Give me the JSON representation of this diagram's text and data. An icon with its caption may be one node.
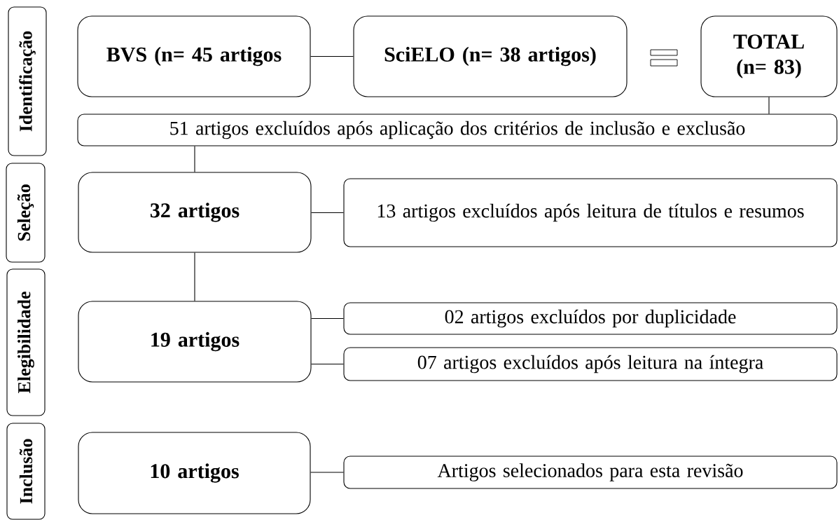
{
  "diagram": {
    "nodes": [
      {
        "text": [
          "Identificação"
        ]
      },
      {
        "text": [
          "Seleção"
        ]
      },
      {
        "text": [
          "Elegibilidade"
        ]
      },
      {
        "text": [
          "Inclusão"
        ]
      },
      {
        "text": [
          "BVS (n= 45 artigos"
        ]
      },
      {
        "text": [
          "SciELO (n= 38 artigos)"
        ]
      },
      {
        "text": [
          "TOTAL (n= 83)"
        ]
      },
      {
        "text": [
          "51 artigos excluídos após aplicação dos critérios de inclusão e exclusão"
        ]
      },
      {
        "text": [
          "32 artigos"
        ]
      },
      {
        "text": [
          "13 artigos excluídos após leitura de títulos e resumos"
        ]
      },
      {
        "text": [
          "19 artigos"
        ]
      },
      {
        "text": [
          "02 artigos excluídos por duplicidade"
        ]
      },
      {
        "text": [
          "07 artigos excluídos após leitura na íntegra"
        ]
      },
      {
        "text": [
          "10 artigos"
        ]
      },
      {
        "text": [
          "Artigos selecionados para esta revisão"
        ]
      }
    ],
    "edges": [
      {
        "from": 4,
        "to": 5,
        "arrow": "none"
      },
      {
        "from": 6,
        "to": 7,
        "arrow": "none"
      },
      {
        "from": 7,
        "to": 8,
        "arrow": "none"
      },
      {
        "from": 8,
        "to": 9,
        "arrow": "none"
      },
      {
        "from": 8,
        "to": 10,
        "arrow": "none"
      },
      {
        "from": 10,
        "to": 11,
        "arrow": "none"
      },
      {
        "from": 10,
        "to": 12,
        "arrow": "none"
      },
      {
        "from": 13,
        "to": 14,
        "arrow": "none"
      }
    ]
  }
}
